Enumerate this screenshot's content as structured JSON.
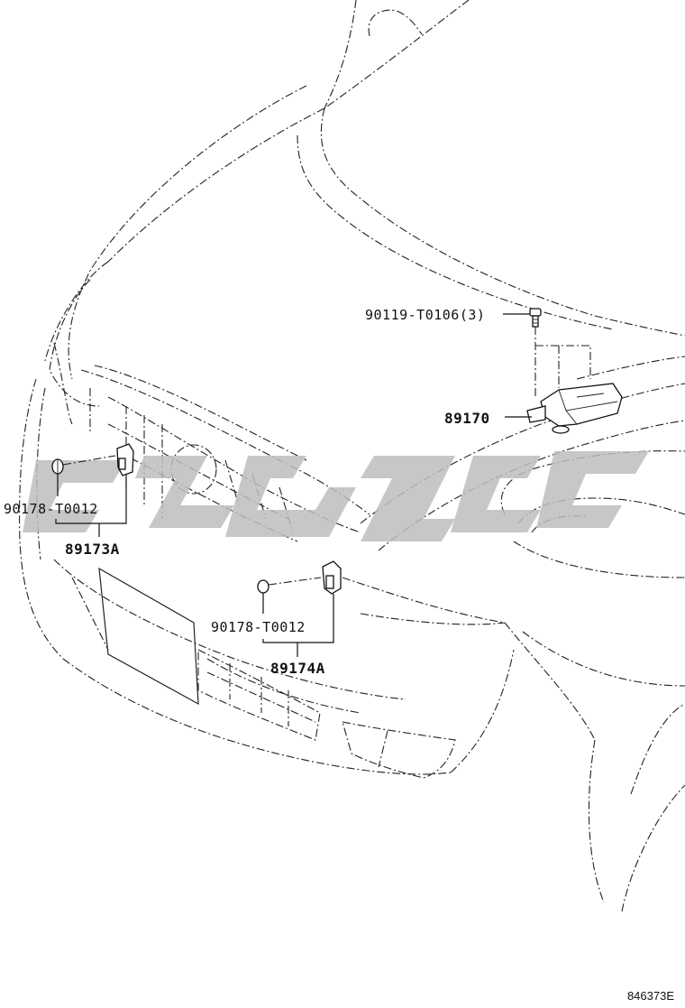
{
  "parts": {
    "bolt_label": "90119-T0106(3)",
    "module_label": "89170",
    "left_clip_label": "90178-T0012",
    "left_sensor_label": "89173A",
    "right_clip_label": "90178-T0012",
    "right_sensor_label": "89174A"
  },
  "figure_code": "846373E",
  "colors": {
    "line": "#222222",
    "watermark": "#bdbdbd",
    "background": "#ffffff"
  }
}
